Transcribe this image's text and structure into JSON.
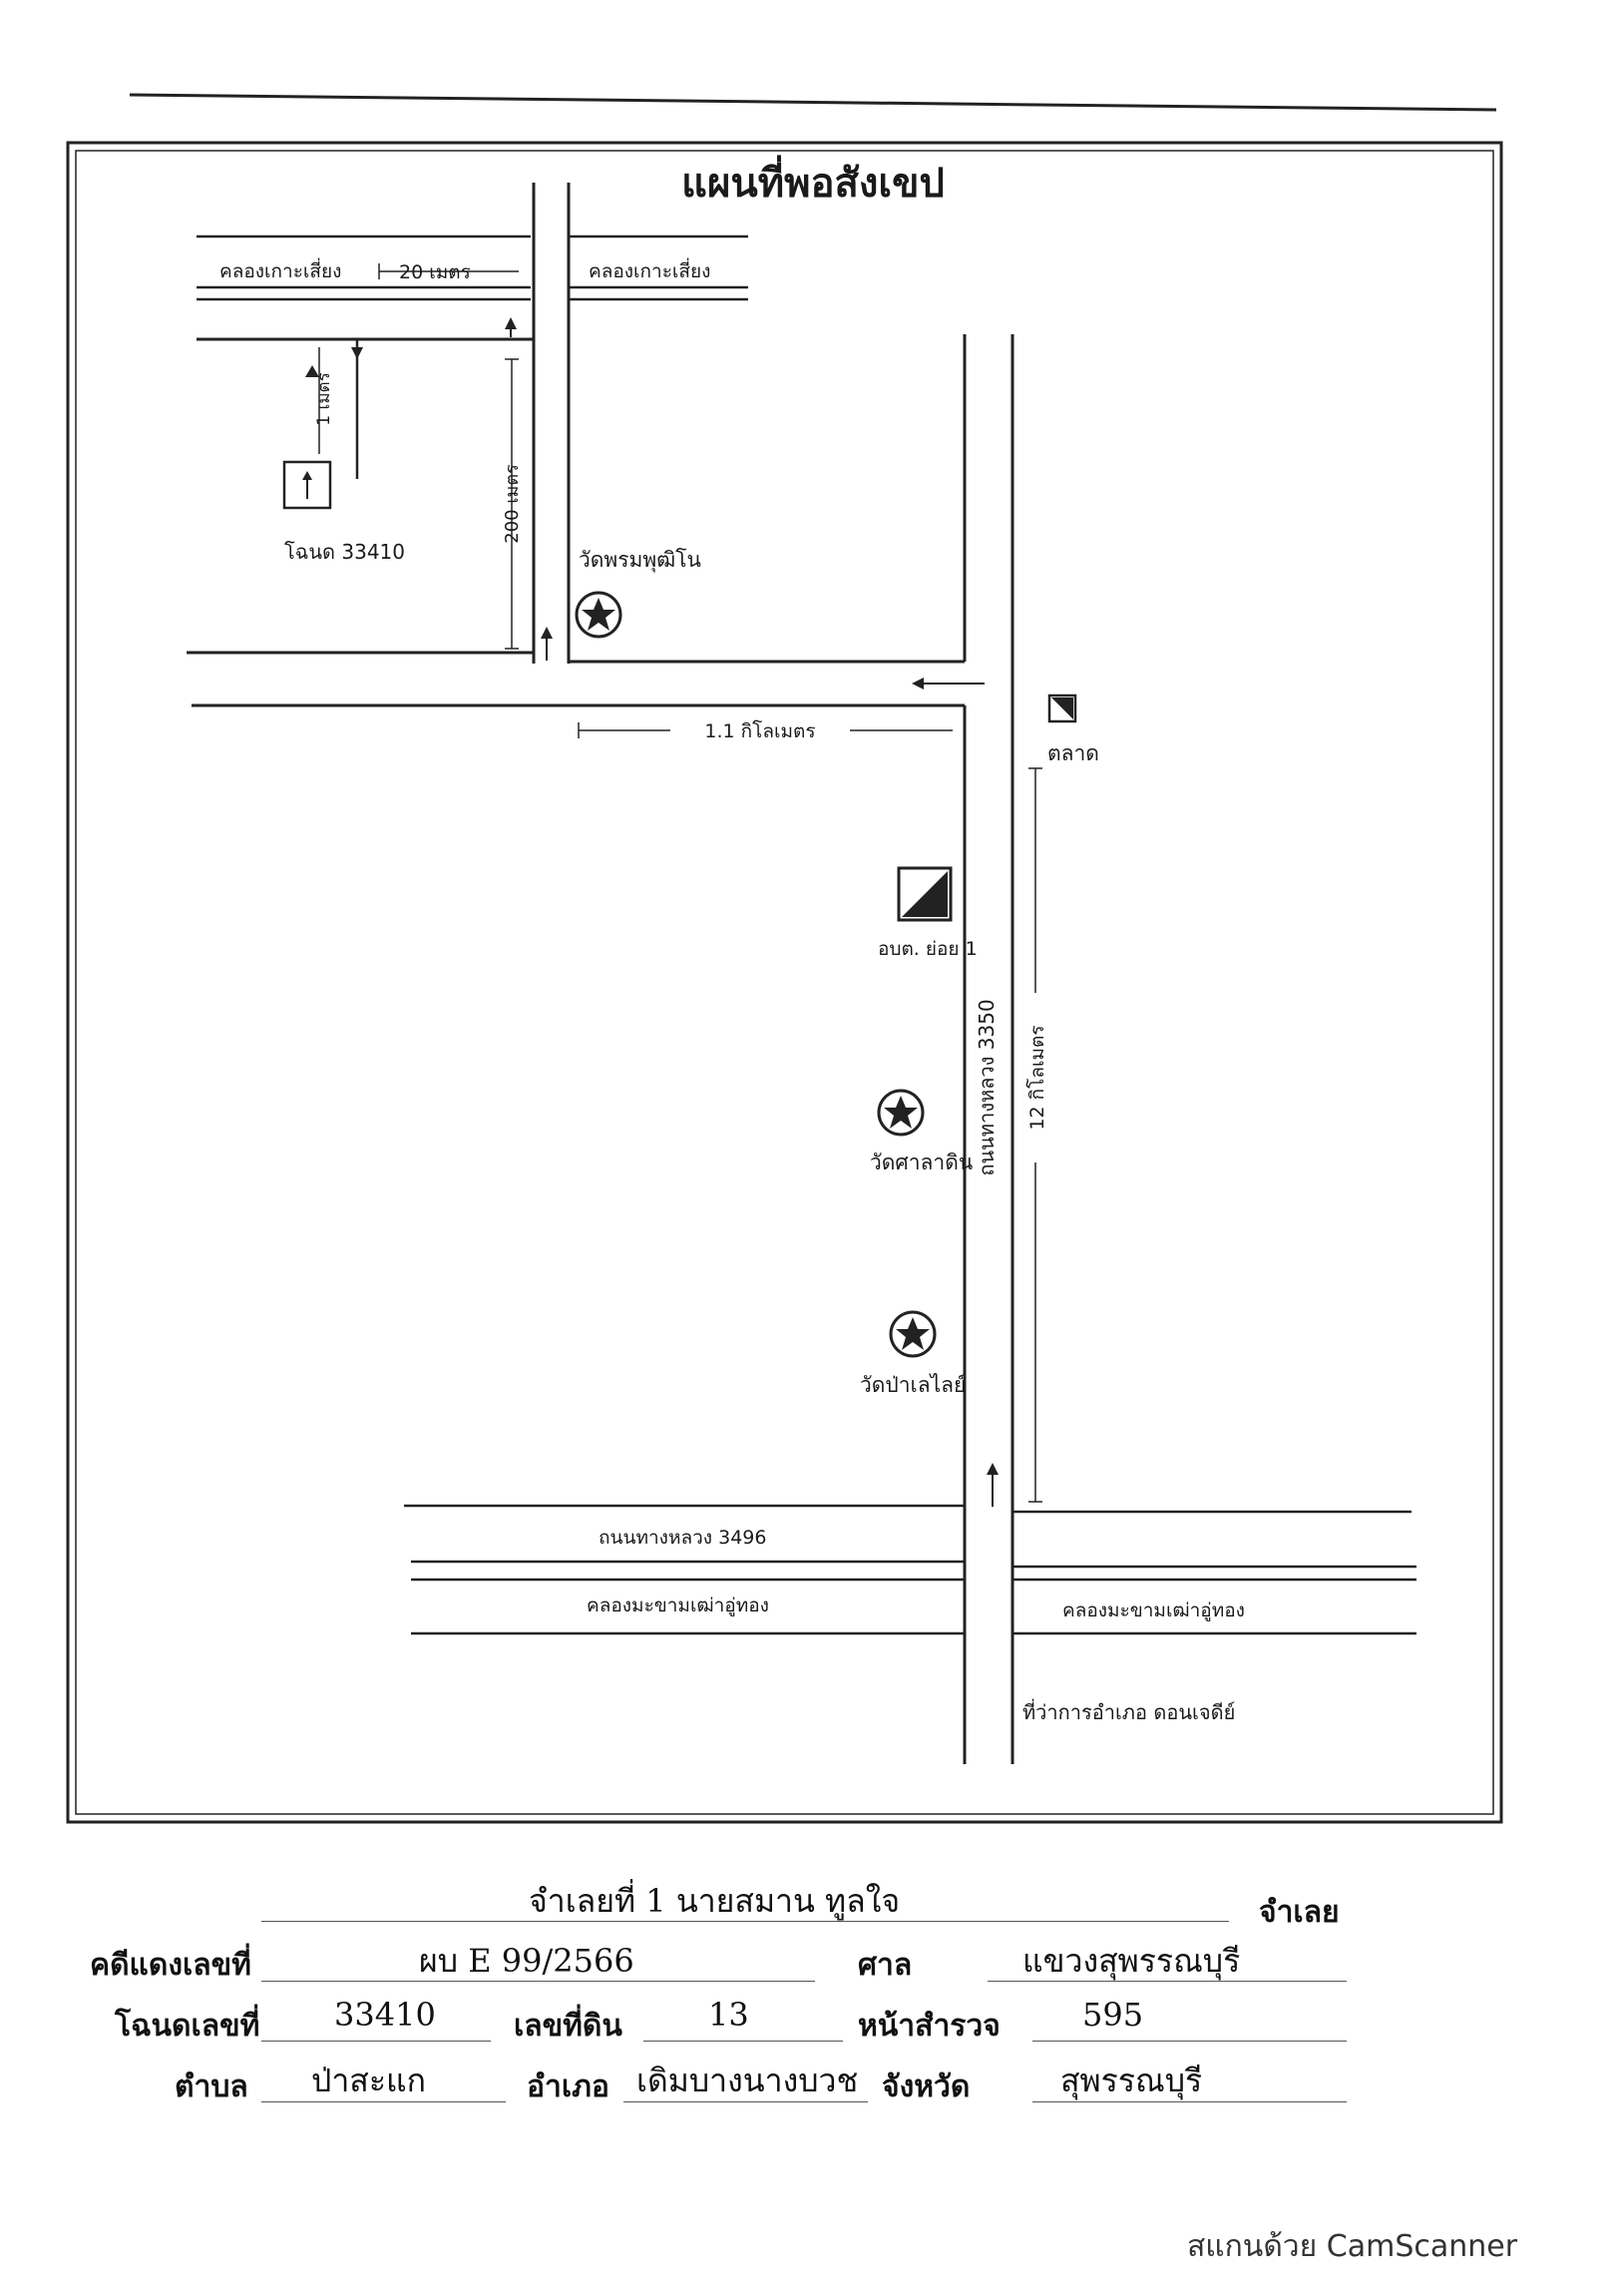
{
  "map": {
    "title": "แผนที่พอสังเขป",
    "canal_top_left": "คลองเกาะเสี่ยง",
    "dist_canal": "20 เมตร",
    "canal_top_right": "คลองเกาะเสี่ยง",
    "dist_small": "1 เมตร",
    "plot_label": "โฉนด 33410",
    "dist_side_road": "200 เมตร",
    "temple_1": "วัดพรมพุฒิโน",
    "dist_km": "1.1 กิโลเมตร",
    "market": "ตลาด",
    "subdistrict_office": "อบต. ย่อย 1",
    "road_3350": "ถนนทางหลวง 3350",
    "dist_12km": "12 กิโลเมตร",
    "temple_2": "วัดศาลาดิน",
    "temple_3": "วัดป่าเลไลย์",
    "road_3496": "ถนนทางหลวง 3496",
    "canal_bottom_left": "คลองมะขามเฒ่าอู่ทอง",
    "canal_bottom_right": "คลองมะขามเฒ่าอู่ทอง",
    "district_office": "ที่ว่าการอำเภอ ดอนเจดีย์"
  },
  "form": {
    "parties_line": "จำเลยที่ 1 นายสมาน ทูลใจ",
    "defendant_label": "จำเลย",
    "case_label": "คดีแดงเลขที่",
    "case_value": "ผบ E 99/2566",
    "court_label": "ศาล",
    "court_value": "แขวงสุพรรณบุรี",
    "deed_label": "โฉนดเลขที่",
    "deed_value": "33410",
    "land_no_label": "เลขที่ดิน",
    "land_no_value": "13",
    "survey_label": "หน้าสำรวจ",
    "survey_value": "595",
    "subdistrict_label": "ตำบล",
    "subdistrict_value": "ป่าสะแก",
    "district_label": "อำเภอ",
    "district_value": "เดิมบางนางบวช",
    "province_label": "จังหวัด",
    "province_value": "สุพรรณบุรี"
  },
  "watermark": "สแกนด้วย CamScanner"
}
